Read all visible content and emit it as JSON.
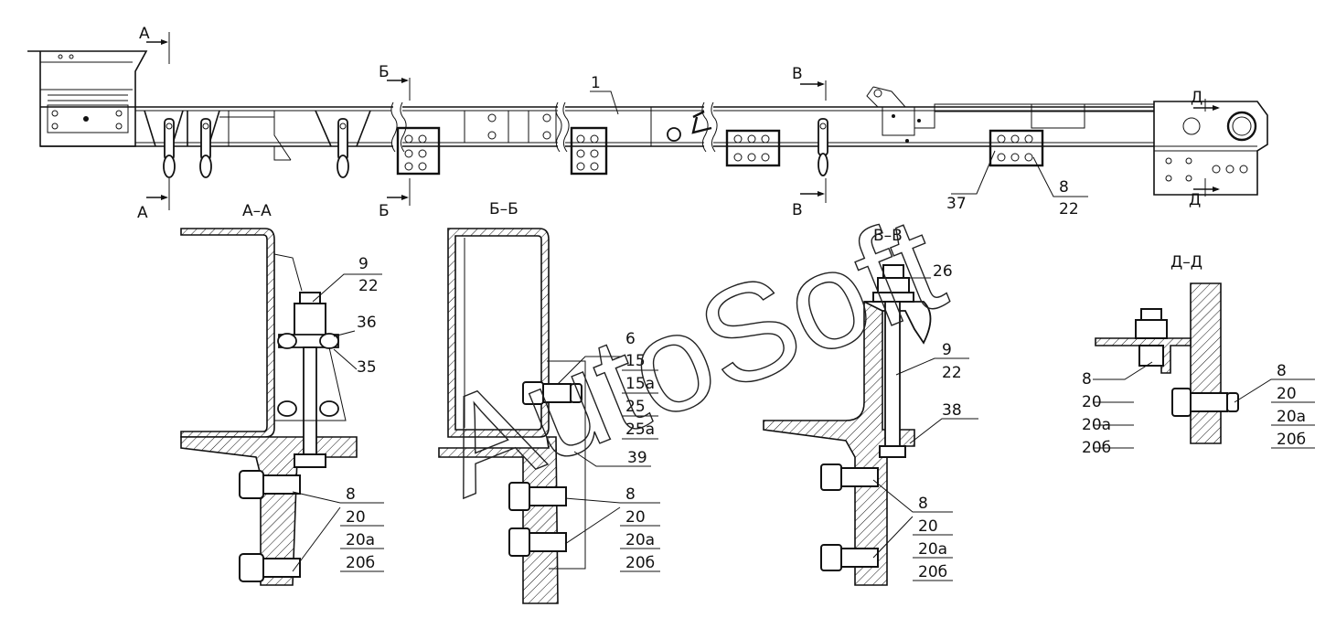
{
  "watermark": "AutoSoft",
  "section_marks": {
    "a": "А",
    "b": "Б",
    "v": "В",
    "d": "Д"
  },
  "section_titles": {
    "aa": "А–А",
    "bb": "Б–Б",
    "vv": "В–В",
    "dd": "Д–Д"
  },
  "callouts": {
    "top_1": "1",
    "top_37": "37",
    "top_8_22": [
      "8",
      "22"
    ],
    "aa_9_22": [
      "9",
      "22"
    ],
    "aa_36": "36",
    "aa_35": "35",
    "aa_8_20": [
      "8",
      "20",
      "20а",
      "20б"
    ],
    "bb_6": [
      "6",
      "15",
      "15а",
      "25",
      "25а"
    ],
    "bb_39": "39",
    "bb_8_20": [
      "8",
      "20",
      "20а",
      "20б"
    ],
    "vv_26": "26",
    "vv_9_22": [
      "9",
      "22"
    ],
    "vv_38": "38",
    "vv_8_20": [
      "8",
      "20",
      "20а",
      "20б"
    ],
    "dd_left": [
      "8",
      "20",
      "20а",
      "20б"
    ],
    "dd_right": [
      "8",
      "20",
      "20а",
      "20б"
    ]
  }
}
